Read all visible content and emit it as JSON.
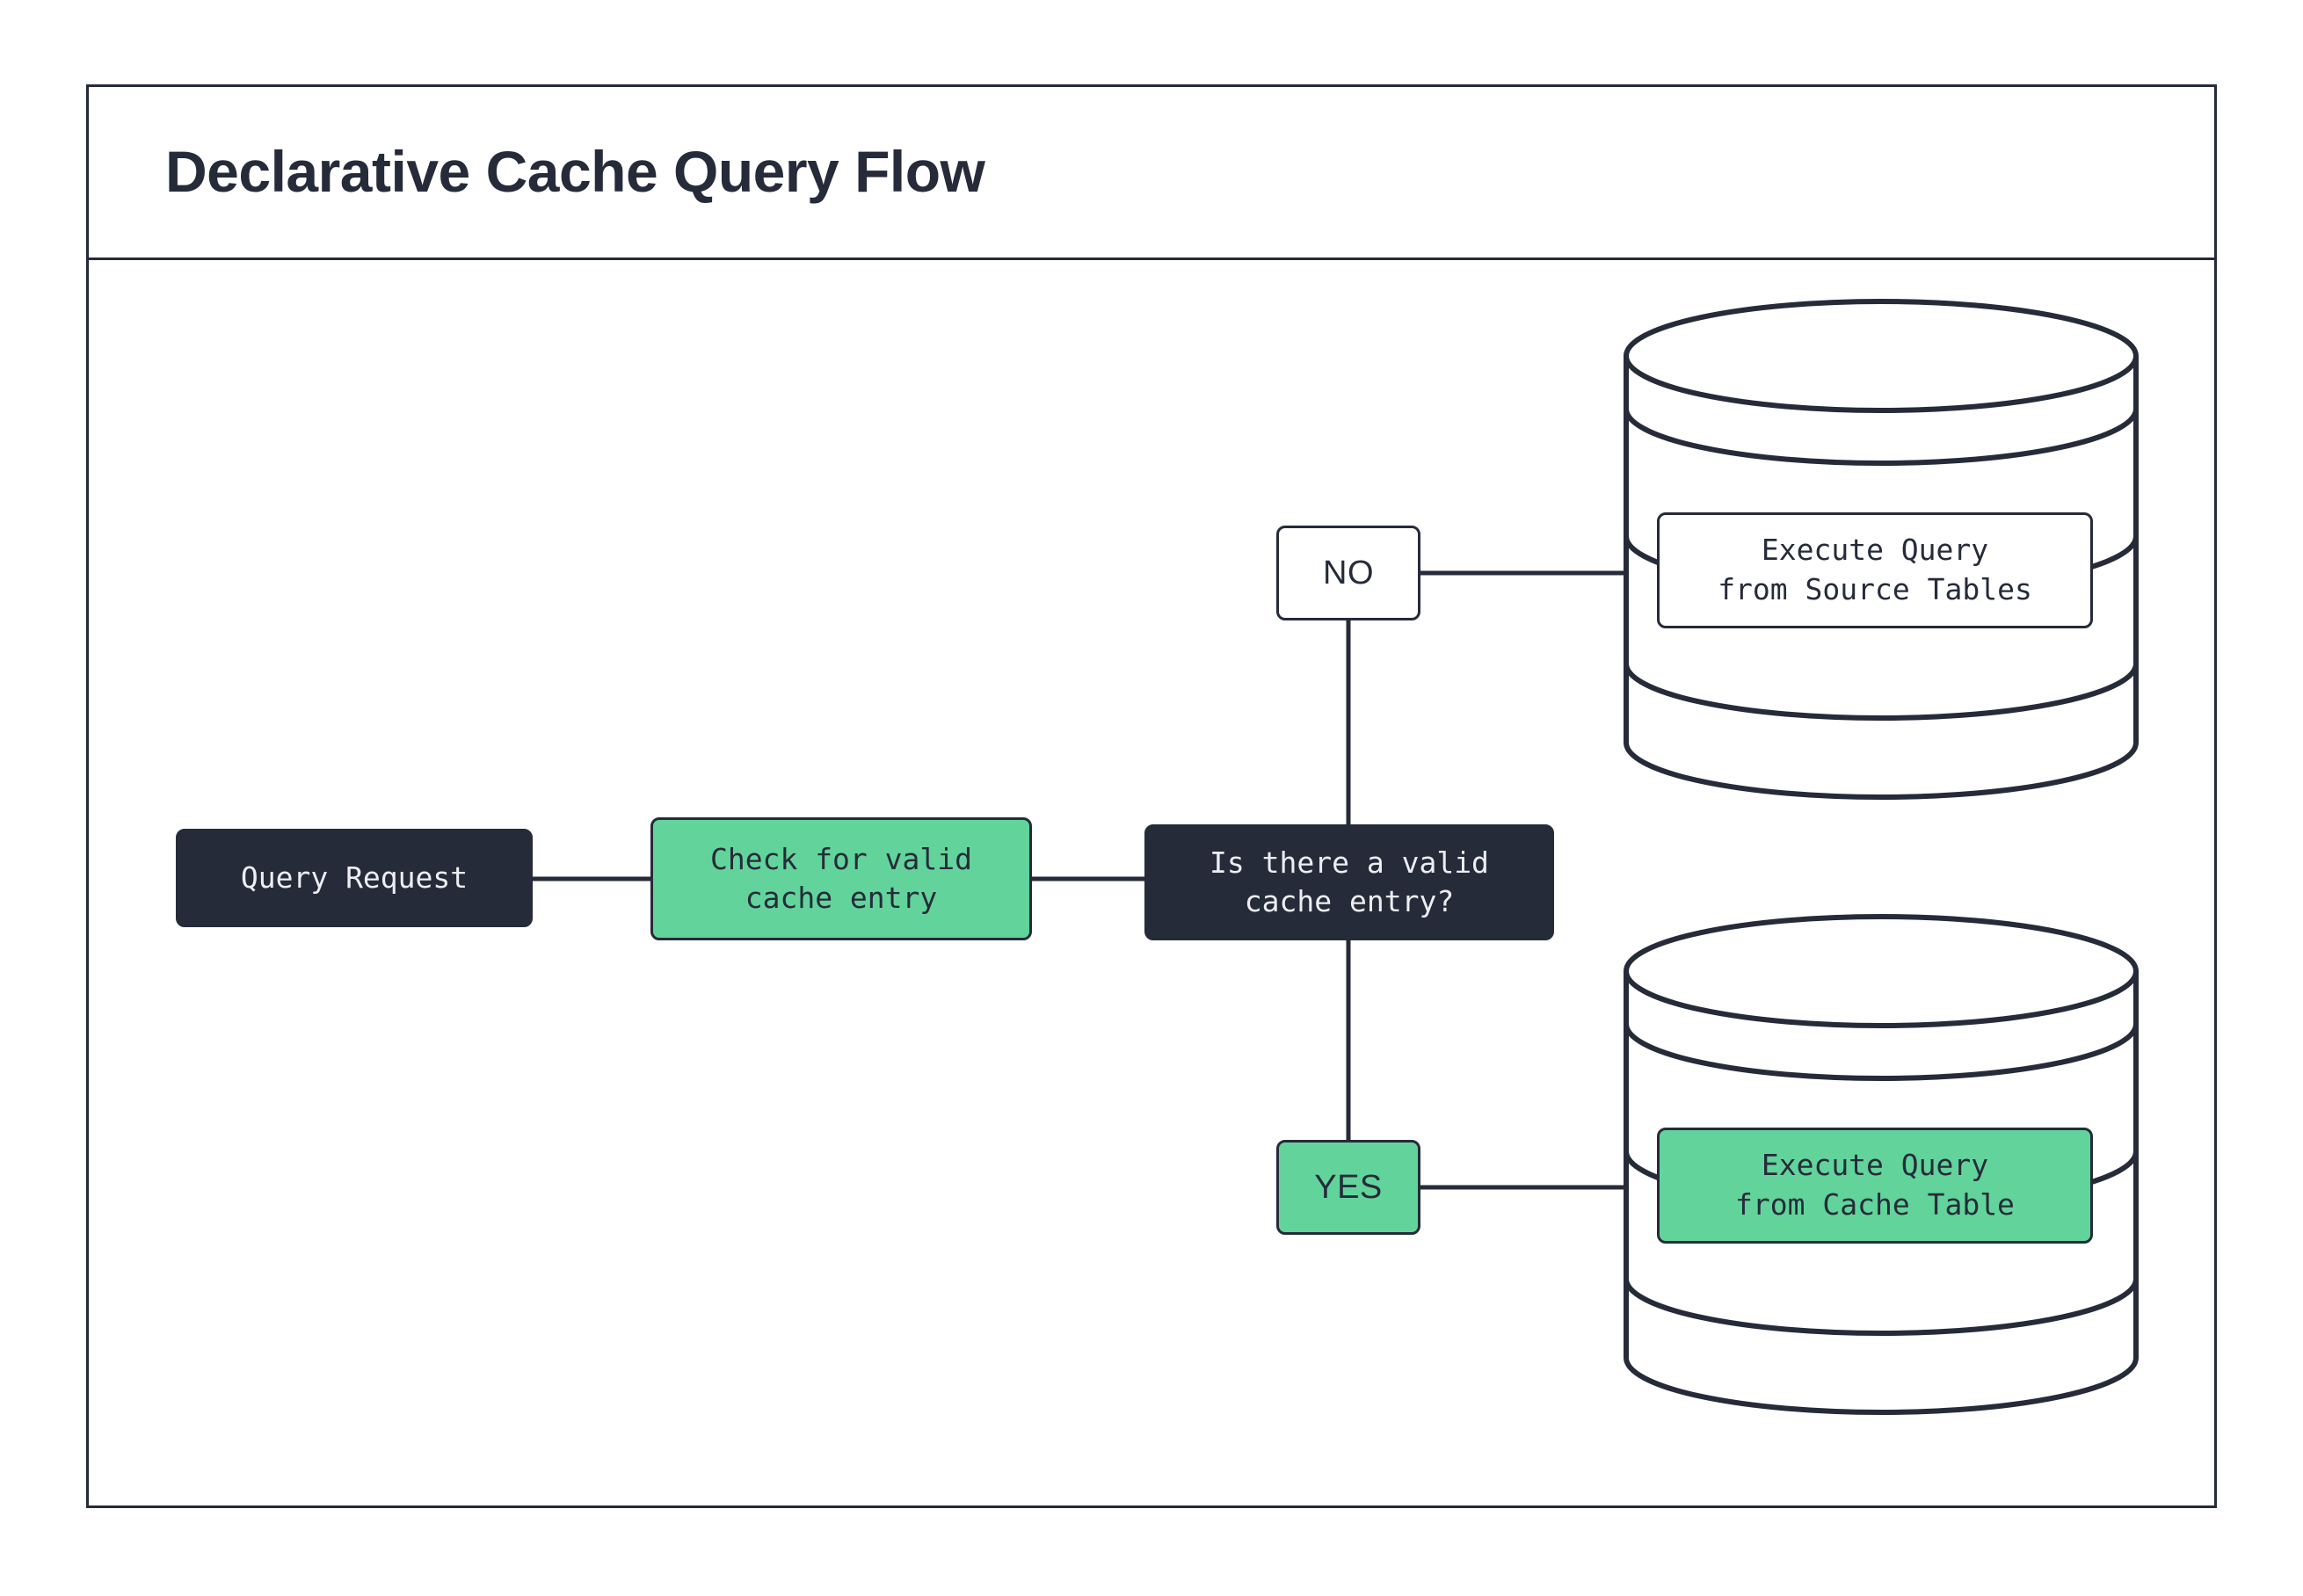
{
  "diagram": {
    "title": "Declarative Cache Query Flow",
    "stroke_color": "#262b3a",
    "accent_green": "#62d49b",
    "dark_fill": "#262b3a",
    "light_text": "#eceef2",
    "background": "#ffffff"
  },
  "nodes": {
    "query_request": {
      "label": "Query Request",
      "style": "dark"
    },
    "check_cache": {
      "label": "Check for valid\ncache entry",
      "style": "green"
    },
    "decision": {
      "label": "Is there a valid\ncache entry?",
      "style": "dark"
    },
    "branch_no": {
      "label": "NO",
      "style": "white"
    },
    "branch_yes": {
      "label": "YES",
      "style": "green"
    },
    "source_tables": {
      "label": "Execute Query\nfrom Source Tables",
      "style": "white",
      "container": "database-cylinder"
    },
    "cache_table": {
      "label": "Execute Query\nfrom Cache Table",
      "style": "green",
      "container": "database-cylinder"
    }
  },
  "edges": [
    {
      "from": "query_request",
      "to": "check_cache"
    },
    {
      "from": "check_cache",
      "to": "decision"
    },
    {
      "from": "decision",
      "to": "branch_no"
    },
    {
      "from": "branch_no",
      "to": "source_tables"
    },
    {
      "from": "decision",
      "to": "branch_yes"
    },
    {
      "from": "branch_yes",
      "to": "cache_table"
    }
  ]
}
